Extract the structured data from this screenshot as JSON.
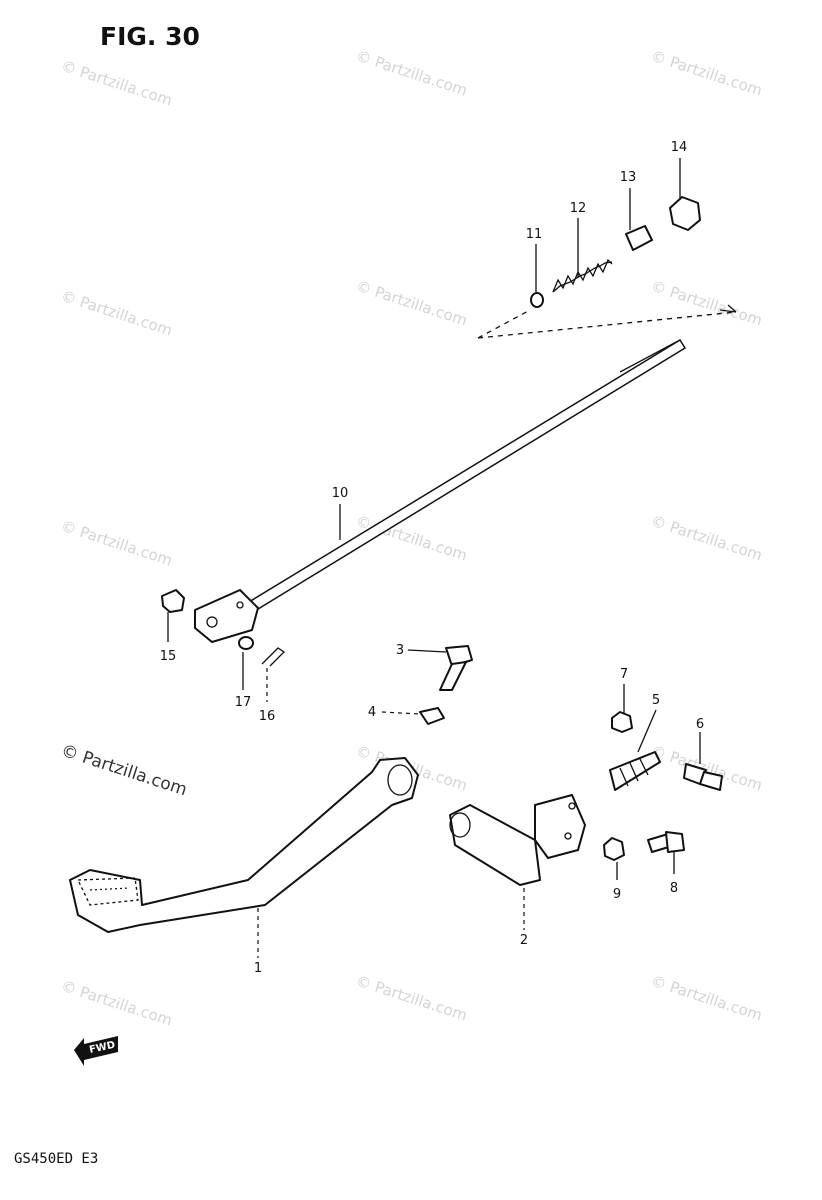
{
  "figure": {
    "title": "FIG. 30",
    "model_code": "GS450ED  E3",
    "direction_marker": "FWD"
  },
  "watermark": {
    "text": "© Partzilla.com"
  },
  "callouts": [
    {
      "id": "1",
      "label": "1"
    },
    {
      "id": "2",
      "label": "2"
    },
    {
      "id": "3",
      "label": "3"
    },
    {
      "id": "4",
      "label": "4"
    },
    {
      "id": "5",
      "label": "5"
    },
    {
      "id": "6",
      "label": "6"
    },
    {
      "id": "7",
      "label": "7"
    },
    {
      "id": "8",
      "label": "8"
    },
    {
      "id": "9",
      "label": "9"
    },
    {
      "id": "10",
      "label": "10"
    },
    {
      "id": "11",
      "label": "11"
    },
    {
      "id": "12",
      "label": "12"
    },
    {
      "id": "13",
      "label": "13"
    },
    {
      "id": "14",
      "label": "14"
    },
    {
      "id": "15",
      "label": "15"
    },
    {
      "id": "16",
      "label": "16"
    },
    {
      "id": "17",
      "label": "17"
    }
  ]
}
